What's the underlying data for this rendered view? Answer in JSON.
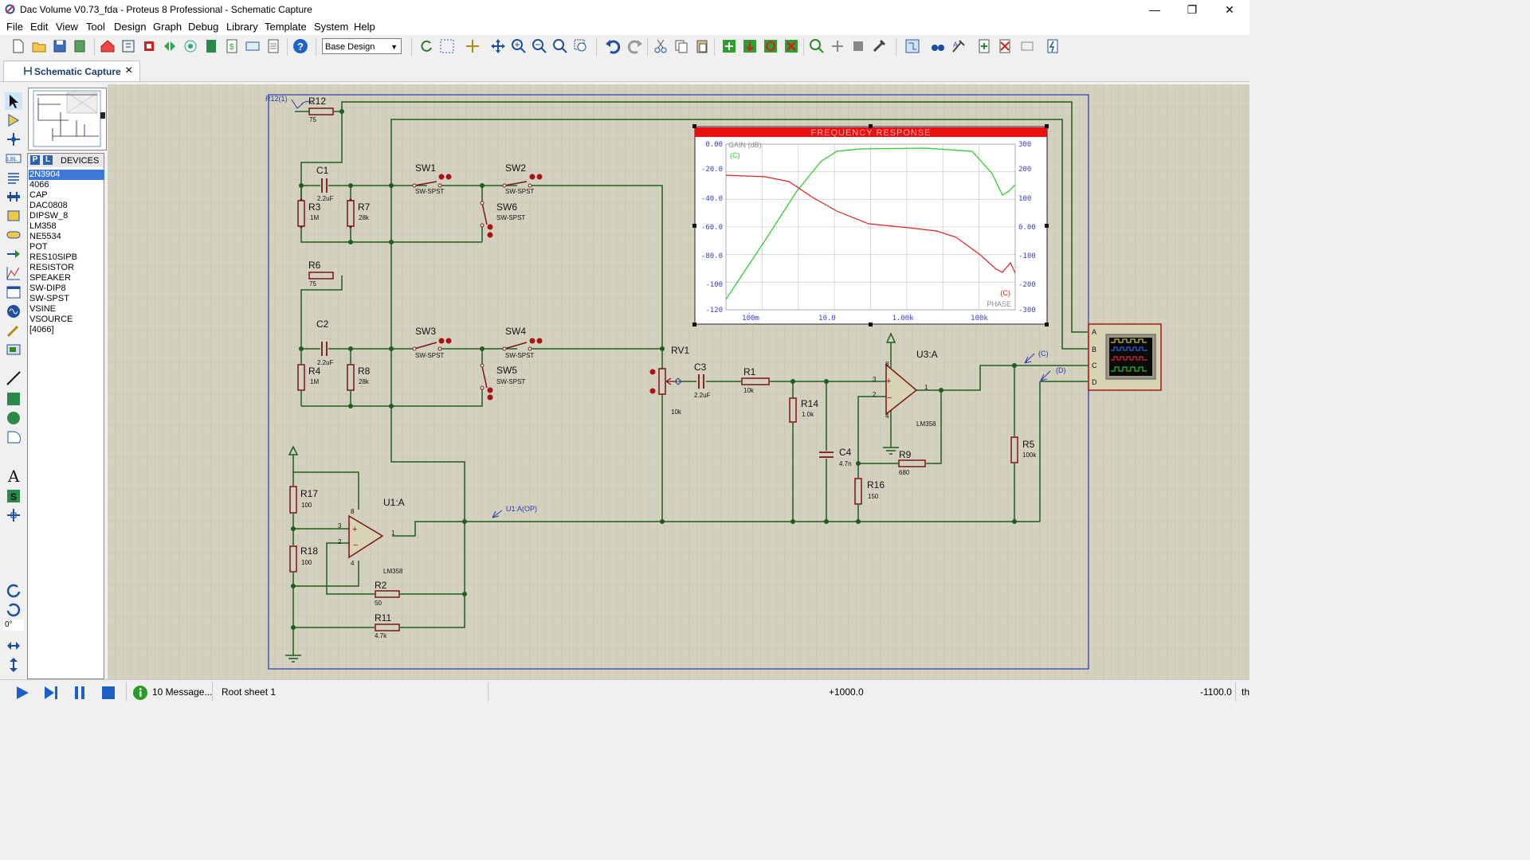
{
  "window": {
    "title": "Dac Volume V0.73_fda - Proteus 8 Professional - Schematic Capture",
    "minimize": "—",
    "maximize": "❐",
    "close": "✕"
  },
  "menu": [
    "File",
    "Edit",
    "View",
    "Tool",
    "Design",
    "Graph",
    "Debug",
    "Library",
    "Template",
    "System",
    "Help"
  ],
  "toolbar": {
    "design_select": "Base Design"
  },
  "tab": {
    "label": "Schematic Capture"
  },
  "sidebar": {
    "p_button": "P",
    "l_button": "L",
    "devices_title": "DEVICES",
    "devices": [
      "2N3904",
      "4066",
      "CAP",
      "DAC0808",
      "DIPSW_8",
      "LM358",
      "NE5534",
      "POT",
      "RES10SIPB",
      "RESISTOR",
      "SPEAKER",
      "SW-DIP8",
      "SW-SPST",
      "VSINE",
      "VSOURCE",
      "[4066]"
    ],
    "selected_index": 0,
    "rotation": "0°"
  },
  "schematic": {
    "labels": {
      "r12": "R12",
      "r12_val": "75",
      "r12_probe": "R12(1)",
      "c1": "C1",
      "c1_val": "2.2uF",
      "r3": "R3",
      "r3_val": "1M",
      "r7": "R7",
      "r7_val": "28k",
      "sw1": "SW1",
      "sw1_type": "SW-SPST",
      "sw2": "SW2",
      "sw2_type": "SW-SPST",
      "sw6": "SW6",
      "sw6_type": "SW-SPST",
      "r6": "R6",
      "r6_val": "75",
      "c2": "C2",
      "c2_val": "2.2uF",
      "r4": "R4",
      "r4_val": "1M",
      "r8": "R8",
      "r8_val": "28k",
      "sw3": "SW3",
      "sw3_type": "SW-SPST",
      "sw4": "SW4",
      "sw4_type": "SW-SPST",
      "sw5": "SW5",
      "sw5_type": "SW-SPST",
      "rv1": "RV1",
      "rv1_val": "10k",
      "c3": "C3",
      "c3_val": "2.2uF",
      "r1": "R1",
      "r1_val": "10k",
      "r14": "R14",
      "r14_val": "1.0k",
      "c4": "C4",
      "c4_val": "4.7n",
      "r9": "R9",
      "r9_val": "680",
      "r16": "R16",
      "r16_val": "150",
      "u3": "U3:A",
      "u3_part": "LM358",
      "u3_pin3": "3",
      "u3_pin2": "2",
      "u3_pin1": "1",
      "u3_pin8": "8",
      "u3_pin4": "4",
      "r5": "R5",
      "r5_val": "100k",
      "probe_c": "(C)",
      "probe_d": "(D)",
      "r17": "R17",
      "r17_val": "100",
      "r18": "R18",
      "r18_val": "100",
      "u1": "U1:A",
      "u1_part": "LM358",
      "u1_probe": "U1:A(OP)",
      "u1_pin3": "3",
      "u1_pin2": "2",
      "u1_pin1": "1",
      "u1_pin8": "8",
      "u1_pin4": "4",
      "r2": "R2",
      "r2_val": "50",
      "r11": "R11",
      "r11_val": "4.7k",
      "scope_a": "A",
      "scope_b": "B",
      "scope_c": "C",
      "scope_d": "D"
    },
    "graph": {
      "title": "FREQUENCY RESPONSE",
      "left_axis_label": "GAIN (dB)",
      "left_series": "(C)",
      "right_series": "(C)",
      "right_axis_label": "PHASE",
      "left_ticks": [
        "0.00",
        "-20.0",
        "-40.0",
        "-60.0",
        "-80.0",
        "-100",
        "-120"
      ],
      "right_ticks": [
        "300",
        "200",
        "100",
        "0.00",
        "-100",
        "-200",
        "-300"
      ],
      "x_ticks": [
        "100m",
        "10.0",
        "1.00k",
        "100k"
      ],
      "gain_color": "#22cc22",
      "phase_color": "#dd2222"
    }
  },
  "status": {
    "messages": "10 Message...",
    "sheet": "Root sheet 1",
    "coord_x": "+1000.0",
    "coord_y": "-1100.0",
    "units": "th"
  }
}
